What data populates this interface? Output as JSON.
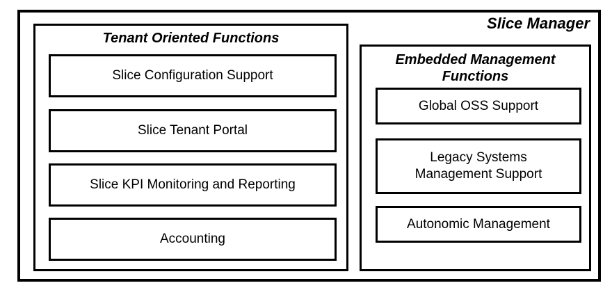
{
  "diagram": {
    "outer": {
      "name": "Slice Manager",
      "title": "Slice Manager"
    },
    "panels": [
      {
        "id": "tenant-oriented-functions",
        "title": "Tenant Oriented Functions",
        "boxes": [
          {
            "label": "Slice Configuration Support"
          },
          {
            "label": "Slice Tenant Portal"
          },
          {
            "label": "Slice KPI Monitoring and Reporting"
          },
          {
            "label": "Accounting"
          }
        ]
      },
      {
        "id": "embedded-management-functions",
        "title": "Embedded Management Functions",
        "title_line1": "Embedded Management",
        "title_line2": "Functions",
        "boxes": [
          {
            "label": "Global OSS Support"
          },
          {
            "label_line1": "Legacy Systems",
            "label_line2": "Management Support"
          },
          {
            "label": "Autonomic Management"
          }
        ]
      }
    ],
    "colors": {
      "background": "#ffffff",
      "stroke": "#000000",
      "text": "#000000"
    }
  }
}
